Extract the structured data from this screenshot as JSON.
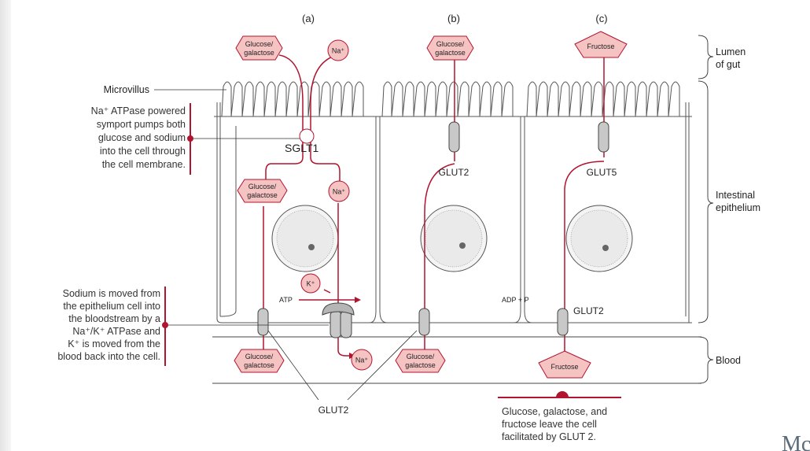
{
  "panels": {
    "a": "(a)",
    "b": "(b)",
    "c": "(c)"
  },
  "regions": {
    "lumen_line1": "Lumen",
    "lumen_line2": "of gut",
    "epithelium_line1": "Intestinal",
    "epithelium_line2": "epithelium",
    "blood": "Blood"
  },
  "labels": {
    "microvillus": "Microvillus",
    "sglt1": "SGLT1",
    "glut2": "GLUT2",
    "glut5": "GLUT5",
    "glut2_bottom": "GLUT2",
    "glut2_right": "GLUT2",
    "atp": "ATP",
    "adp": "ADP + P"
  },
  "molecules": {
    "glucose_line1": "Glucose/",
    "glucose_line2": "galactose",
    "na": "Na⁺",
    "k": "K⁺",
    "fructose": "Fructose"
  },
  "notes": {
    "symport": [
      "Na⁺ ATPase powered",
      "symport pumps both",
      "glucose and sodium",
      "into the cell through",
      "the cell membrane."
    ],
    "pump": [
      "Sodium is moved from",
      "the epithelium cell into",
      "the bloodstream by a",
      "Na⁺/K⁺ ATPase and",
      "K⁺ is moved from the",
      "blood back into the cell."
    ],
    "legend": [
      "Glucose, galactose, and",
      "fructose leave the cell",
      "facilitated by GLUT 2."
    ]
  },
  "corner_text": "Mc",
  "colors": {
    "accent": "#b0142f",
    "molecule_fill": "#f6c3c3",
    "protein": "#c8c8c8"
  }
}
